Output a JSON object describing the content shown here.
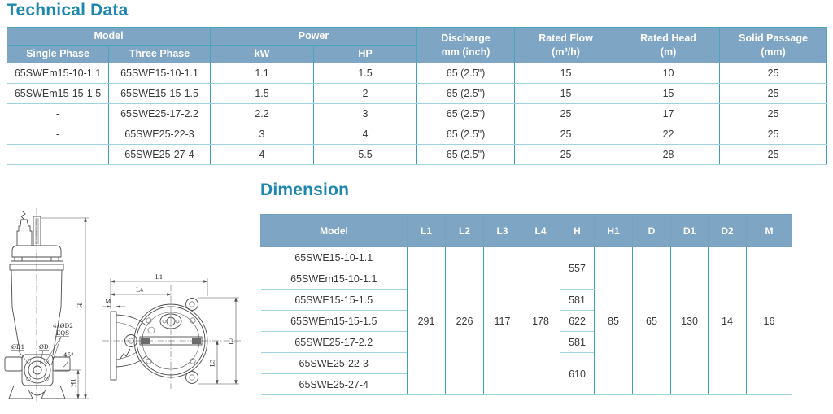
{
  "technical": {
    "title": "Technical Data",
    "headers": {
      "model": "Model",
      "power": "Power",
      "single_phase": "Single Phase",
      "three_phase": "Three Phase",
      "kw": "kW",
      "hp": "HP",
      "discharge": "Discharge\nmm (inch)",
      "rated_flow": "Rated Flow\n(m³/h)",
      "rated_head": "Rated Head\n(m)",
      "solid_passage": "Solid Passage\n(mm)"
    },
    "rows": [
      [
        "65SWEm15-10-1.1",
        "65SWE15-10-1.1",
        "1.1",
        "1.5",
        "65 (2.5\")",
        "15",
        "10",
        "25"
      ],
      [
        "65SWEm15-15-1.5",
        "65SWE15-15-1.5",
        "1.5",
        "2",
        "65 (2.5\")",
        "15",
        "15",
        "25"
      ],
      [
        "-",
        "65SWE25-17-2.2",
        "2.2",
        "3",
        "65 (2.5\")",
        "25",
        "17",
        "25"
      ],
      [
        "-",
        "65SWE25-22-3",
        "3",
        "4",
        "65 (2.5\")",
        "25",
        "22",
        "25"
      ],
      [
        "-",
        "65SWE25-27-4",
        "4",
        "5.5",
        "65 (2.5\")",
        "25",
        "28",
        "25"
      ]
    ]
  },
  "dimension": {
    "title": "Dimension",
    "headers": [
      "Model",
      "L1",
      "L2",
      "L3",
      "L4",
      "H",
      "H1",
      "D",
      "D1",
      "D2",
      "M"
    ],
    "models": [
      "65SWE15-10-1.1",
      "65SWEm15-10-1.1",
      "65SWE15-15-1.5",
      "65SWEm15-15-1.5",
      "65SWE25-17-2.2",
      "65SWE25-22-3",
      "65SWE25-27-4"
    ],
    "l1": "291",
    "l2": "226",
    "l3": "117",
    "l4": "178",
    "h_values": [
      "557",
      "581",
      "622",
      "581",
      "610"
    ],
    "h1": "85",
    "d": "65",
    "d1": "130",
    "d2": "14",
    "m": "16"
  },
  "drawing": {
    "h": "H",
    "h1": "H1",
    "d1_label": "ØD1",
    "d_label": "ØD",
    "d2_label": "4xØD2",
    "eqs": "EQS",
    "angle": "45°",
    "l1": "L1",
    "l2": "L2",
    "l3": "L3",
    "l4": "L4",
    "m": "M"
  },
  "colors": {
    "title": "#1E87B0",
    "header_fill": "#7FA5C4",
    "border_teal": "#3D9FBC",
    "row_separator": "#9FD1DF"
  }
}
